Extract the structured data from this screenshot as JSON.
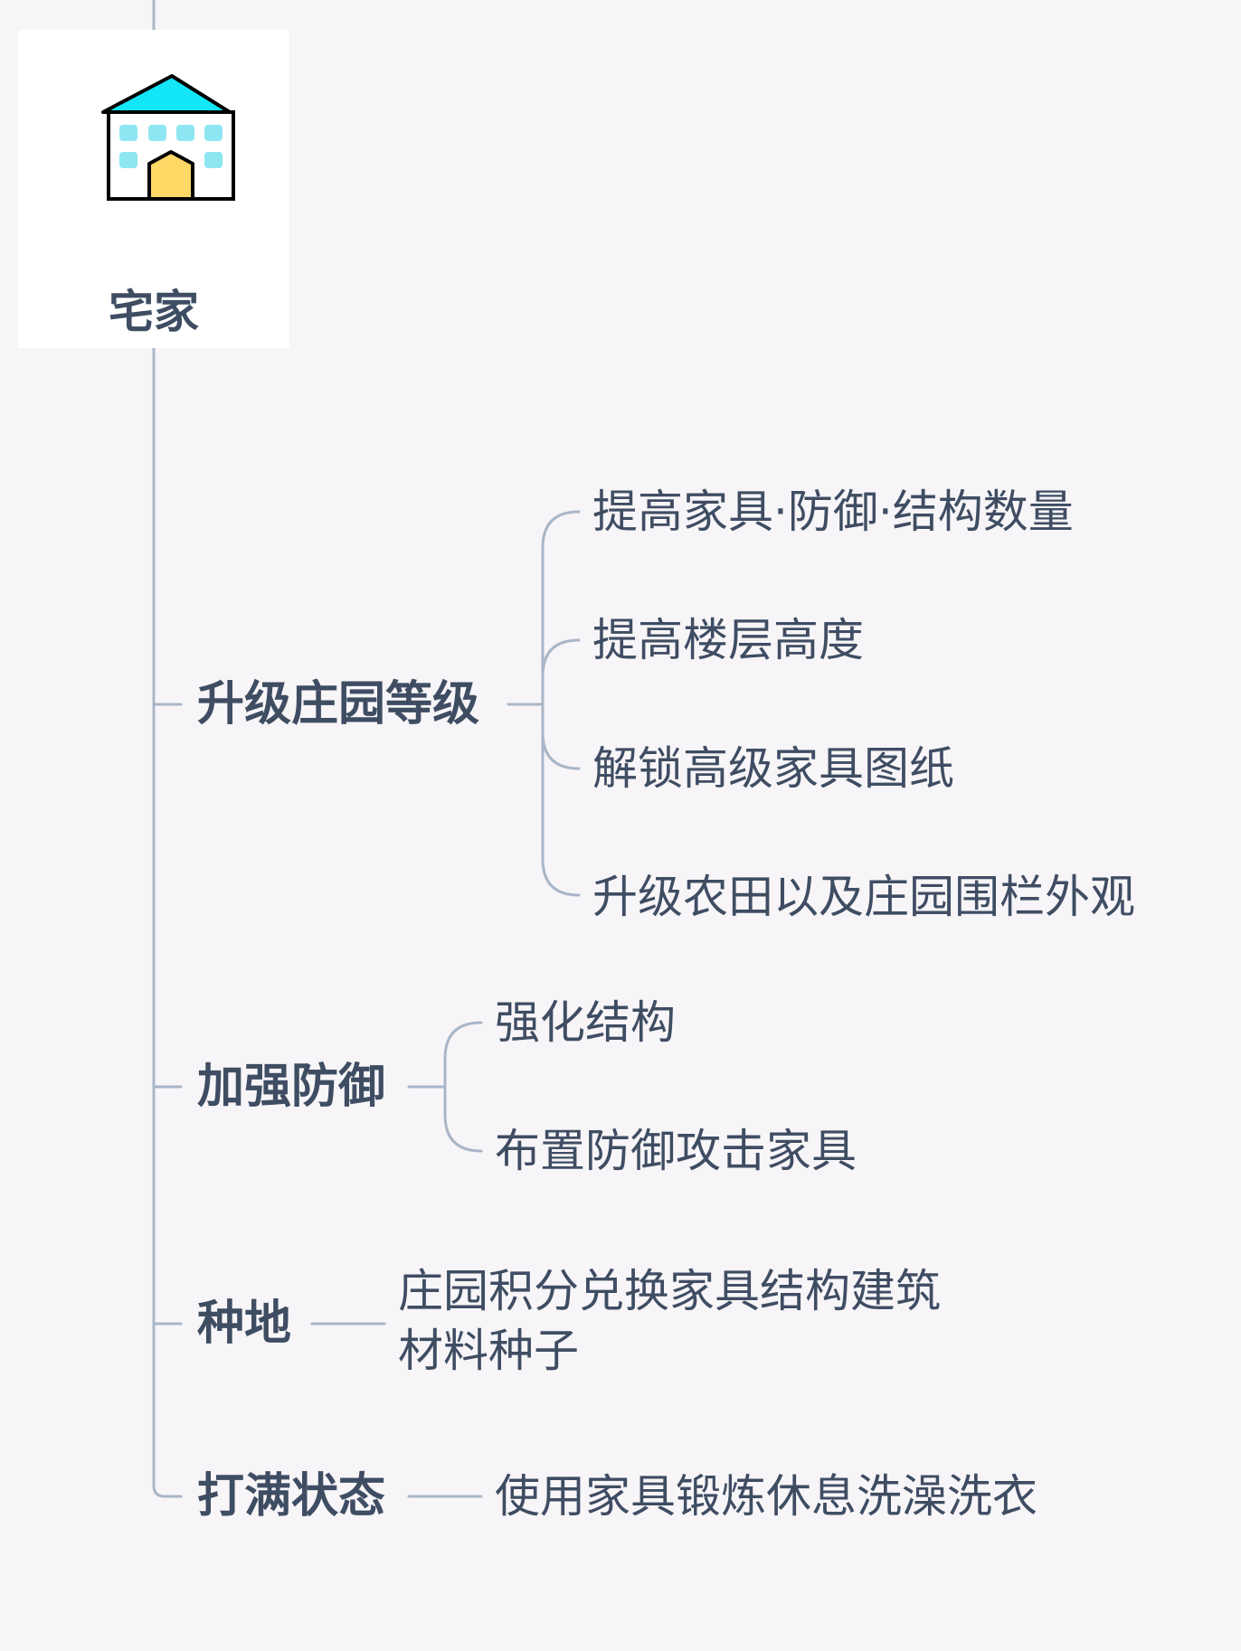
{
  "root": {
    "label": "宅家",
    "icon": "house-icon"
  },
  "branches": [
    {
      "label": "升级庄园等级",
      "children": [
        "提高家具·防御·结构数量",
        "提高楼层高度",
        "解锁高级家具图纸",
        "升级农田以及庄园围栏外观"
      ]
    },
    {
      "label": "加强防御",
      "children": [
        "强化结构",
        "布置防御攻击家具"
      ]
    },
    {
      "label": "种地",
      "children": [
        [
          "庄园积分兑换家具结构建筑",
          "材料种子"
        ]
      ]
    },
    {
      "label": "打满状态",
      "children": [
        "使用家具锻炼休息洗澡洗衣"
      ]
    }
  ],
  "colors": {
    "background": "#f7f5f7",
    "text": "#3f4d63",
    "connector": "#a9b6c8",
    "roof": "#12e6f7",
    "window": "#8fe6f3",
    "door": "#ffd866"
  }
}
